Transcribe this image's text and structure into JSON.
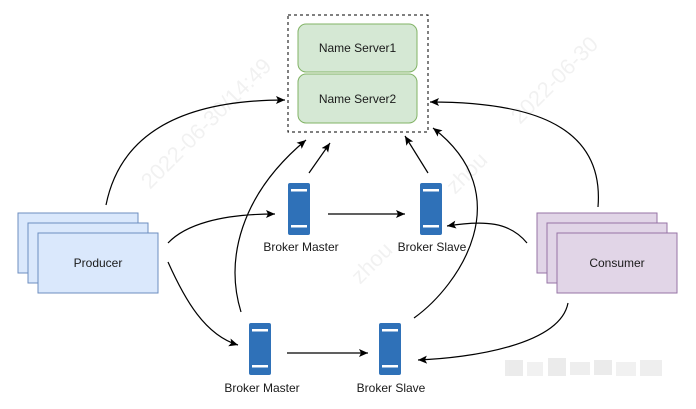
{
  "nameservers": [
    {
      "label": "Name Server1"
    },
    {
      "label": "Name Server2"
    }
  ],
  "producer": {
    "label": "Producer"
  },
  "consumer": {
    "label": "Consumer"
  },
  "brokers": {
    "top_master": {
      "label": "Broker Master"
    },
    "top_slave": {
      "label": "Broker Slave"
    },
    "bottom_master": {
      "label": "Broker Master"
    },
    "bottom_slave": {
      "label": "Broker Slave"
    }
  },
  "watermark": {
    "lines": [
      "2022-06-30/14:49",
      "zhou",
      "zhou",
      "2022-06-30"
    ]
  },
  "colors": {
    "nameserver_fill": "#d5e8d4",
    "nameserver_stroke": "#82b366",
    "producer_fill": "#dae8fc",
    "producer_stroke": "#6c8ebf",
    "consumer_fill": "#e1d5e7",
    "consumer_stroke": "#9673a6",
    "server_icon": "#2f71b8",
    "edge": "#000000"
  },
  "icons": {
    "broker": "server-icon"
  }
}
